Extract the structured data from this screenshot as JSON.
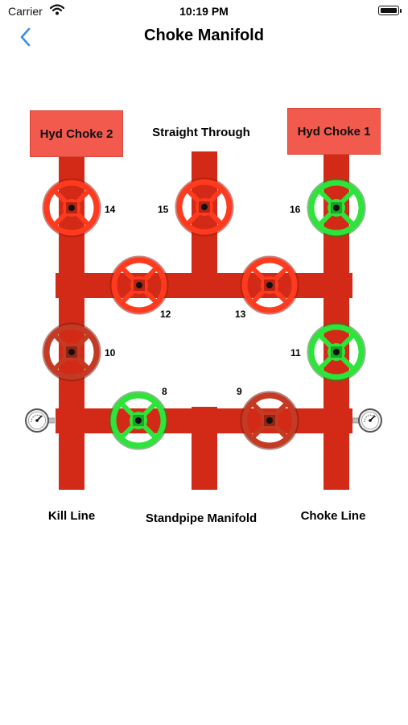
{
  "status_bar": {
    "carrier": "Carrier",
    "time": "10:19 PM"
  },
  "nav": {
    "title": "Choke Manifold",
    "back_icon": "chevron-left-icon"
  },
  "colors": {
    "pipe": "#d32a17",
    "choke_box": "#f25a4e",
    "valve_closed": "#ff3b1f",
    "valve_closed_dim": "#c43a22",
    "valve_open": "#2ee33a",
    "back_tint": "#3a8ee6"
  },
  "manifold": {
    "hyd_choke_2": "Hyd Choke 2",
    "hyd_choke_1": "Hyd Choke 1",
    "straight_through": "Straight Through",
    "kill_line": "Kill Line",
    "standpipe_manifold": "Standpipe Manifold",
    "choke_line": "Choke Line"
  },
  "valves": [
    {
      "id": "14",
      "state": "closed"
    },
    {
      "id": "15",
      "state": "closed"
    },
    {
      "id": "16",
      "state": "open"
    },
    {
      "id": "12",
      "state": "closed"
    },
    {
      "id": "13",
      "state": "closed"
    },
    {
      "id": "10",
      "state": "closed-dim"
    },
    {
      "id": "11",
      "state": "open"
    },
    {
      "id": "8",
      "state": "open"
    },
    {
      "id": "9",
      "state": "closed-dim"
    }
  ]
}
